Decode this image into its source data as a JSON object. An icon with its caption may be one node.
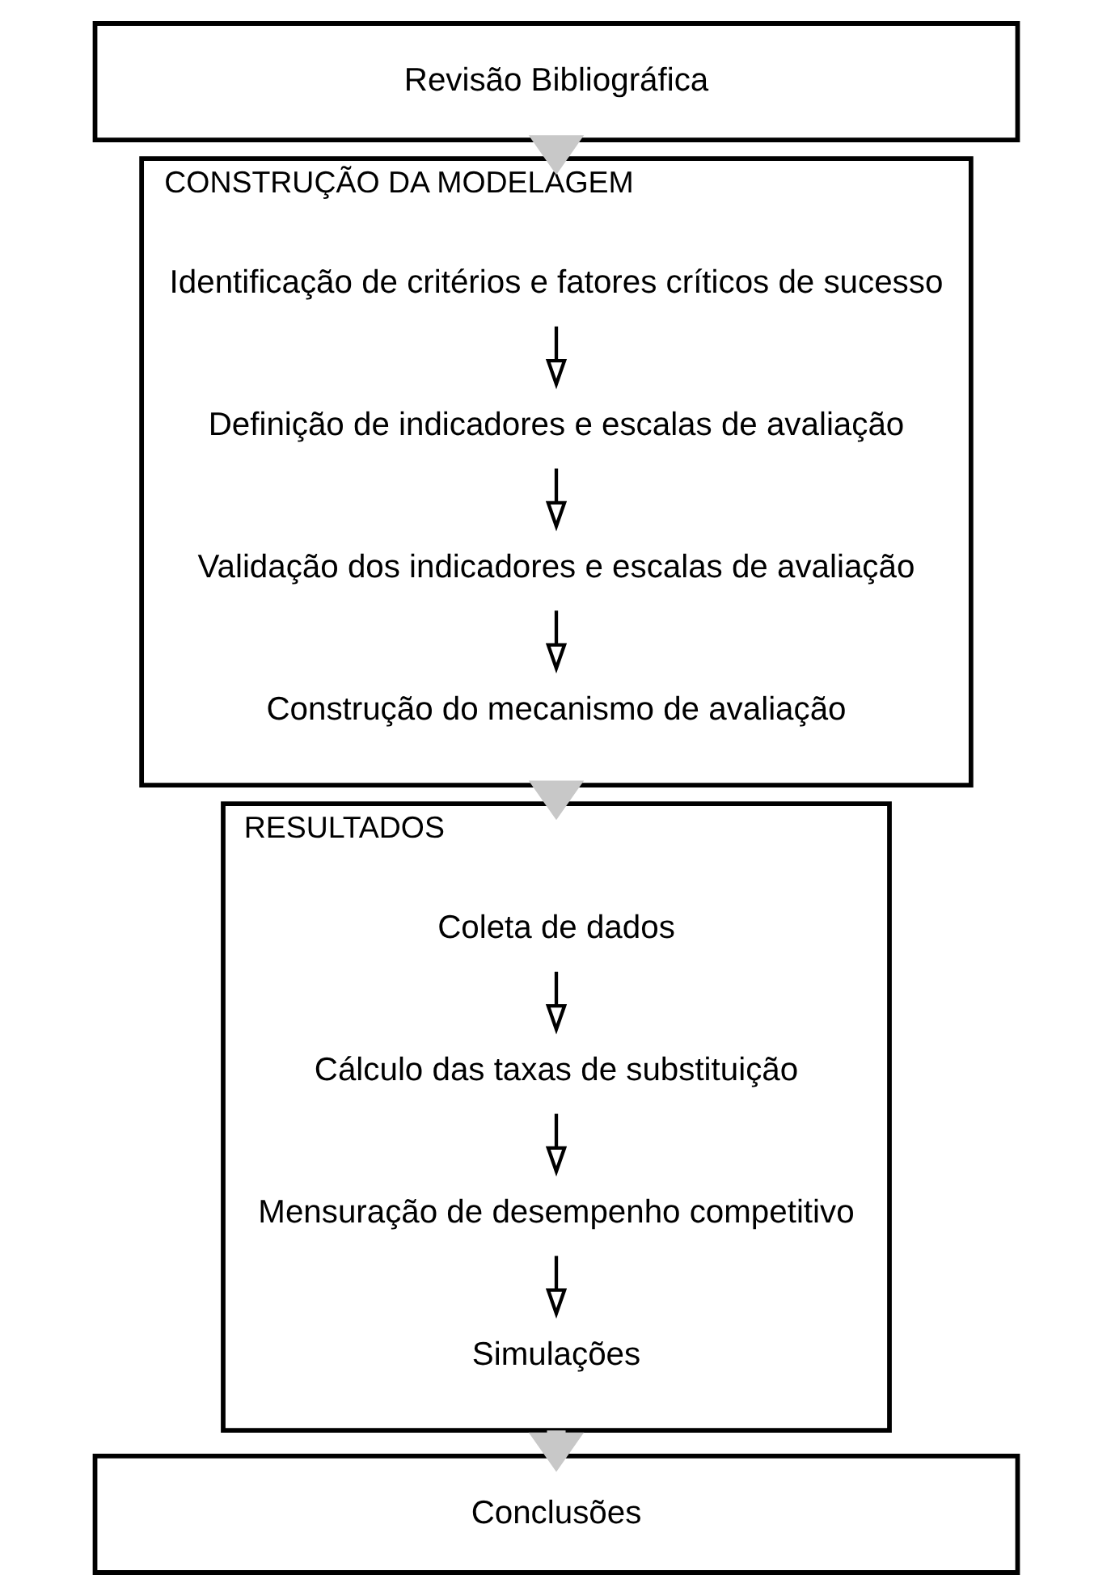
{
  "diagram": {
    "nodes": [
      {
        "text": [
          "Revisão Bibliográfica"
        ]
      },
      {
        "text": [
          "CONSTRUÇÃO DA MODELAGEM"
        ]
      },
      {
        "text": [
          "Identificação de critérios e fatores críticos de sucesso"
        ],
        "in": 1
      },
      {
        "text": [
          "Definição de indicadores e escalas de avaliação"
        ],
        "in": 1
      },
      {
        "text": [
          "Validação dos indicadores e escalas de avaliação"
        ],
        "in": 1
      },
      {
        "text": [
          "Construção do mecanismo de avaliação"
        ],
        "in": 1
      },
      {
        "text": [
          "RESULTADOS"
        ]
      },
      {
        "text": [
          "Coleta de dados"
        ],
        "in": 6
      },
      {
        "text": [
          "Cálculo das taxas de substituição"
        ],
        "in": 6
      },
      {
        "text": [
          "Mensuração de desempenho competitivo"
        ],
        "in": 6
      },
      {
        "text": [
          "Simulações"
        ],
        "in": 6
      },
      {
        "text": [
          "Conclusões"
        ]
      }
    ],
    "edges": [
      {
        "from": 0,
        "to": 1,
        "arrow": "to",
        "style": "thick",
        "color": "#c8c8c8"
      },
      {
        "from": 2,
        "to": 3,
        "arrow": "to"
      },
      {
        "from": 3,
        "to": 4,
        "arrow": "to"
      },
      {
        "from": 4,
        "to": 5,
        "arrow": "to"
      },
      {
        "from": 1,
        "to": 6,
        "arrow": "to",
        "style": "thick",
        "color": "#c8c8c8"
      },
      {
        "from": 7,
        "to": 8,
        "arrow": "to"
      },
      {
        "from": 8,
        "to": 9,
        "arrow": "to"
      },
      {
        "from": 9,
        "to": 10,
        "arrow": "to"
      },
      {
        "from": 6,
        "to": 11,
        "arrow": "to",
        "style": "thick",
        "color": "#c8c8c8"
      }
    ]
  }
}
